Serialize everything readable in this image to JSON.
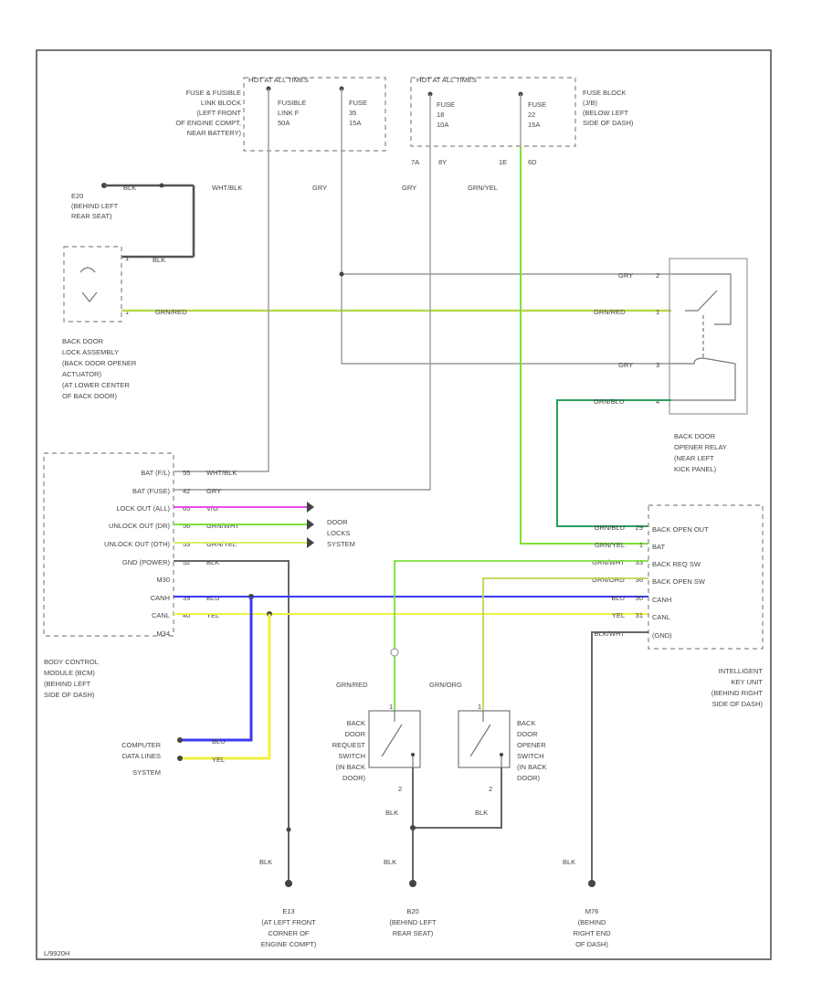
{
  "diagram_id": "L/9920H",
  "top_labels": {
    "hot_left": "HOT AT ALL TIMES",
    "hot_right": "HOT AT ALL TIMES"
  },
  "components": {
    "fuse_link_block": [
      "FUSE & FUSIBLE",
      "LINK BLOCK",
      "(LEFT FRONT",
      "OF ENGINE COMPT,",
      "NEAR BATTERY)"
    ],
    "fusible_link_f": [
      "FUSIBLE",
      "LINK F",
      "50A"
    ],
    "fuse_35": [
      "FUSE",
      "35",
      "15A"
    ],
    "fuse_18": [
      "FUSE",
      "18",
      "10A"
    ],
    "fuse_22": [
      "FUSE",
      "22",
      "15A"
    ],
    "fuse_block": [
      "FUSE BLOCK",
      "(J/B)",
      "(BELOW LEFT",
      "SIDE OF DASH)"
    ],
    "ground_e_left": [
      "E20",
      "(BEHIND LEFT",
      "REAR SEAT)"
    ],
    "back_door_lock": [
      "BACK DOOR",
      "LOCK ASSEMBLY",
      "(BACK DOOR OPENER",
      "ACTUATOR)",
      "(AT LOWER CENTER",
      "OF BACK DOOR)"
    ],
    "opener_relay": [
      "BACK DOOR",
      "OPENER RELAY",
      "(NEAR LEFT",
      "KICK PANEL)"
    ],
    "bcm": [
      "BODY CONTROL",
      "MODULE (BCM)",
      "(BEHIND LEFT",
      "SIDE OF DASH)"
    ],
    "intelligent_key": [
      "INTELLIGENT",
      "KEY UNIT",
      "(BEHIND RIGHT",
      "SIDE OF DASH)"
    ],
    "door_locks": [
      "DOOR",
      "LOCKS",
      "SYSTEM"
    ],
    "data_lines": [
      "COMPUTER",
      "DATA LINES",
      "SYSTEM"
    ],
    "request_switch": [
      "BACK",
      "DOOR",
      "REQUEST",
      "SWITCH",
      "(IN BACK",
      "DOOR)"
    ],
    "opener_switch": [
      "BACK",
      "DOOR",
      "OPENER",
      "SWITCH",
      "(IN BACK",
      "DOOR)"
    ],
    "ground_e13": [
      "E13",
      "(AT LEFT FRONT",
      "CORNER OF",
      "ENGINE COMPT)"
    ],
    "ground_b20": [
      "B20",
      "(BEHIND LEFT",
      "REAR SEAT)"
    ],
    "ground_m76": [
      "M76",
      "(BEHIND",
      "RIGHT END",
      "OF DASH)"
    ]
  },
  "bcm_pins": [
    {
      "label": "BAT (F/L)",
      "pin": "55",
      "wire": "WHT/BLK"
    },
    {
      "label": "BAT (FUSE)",
      "pin": "42",
      "wire": "GRY"
    },
    {
      "label": "LOCK OUT (ALL)",
      "pin": "65",
      "wire": "V/G"
    },
    {
      "label": "UNLOCK OUT (DR)",
      "pin": "56",
      "wire": "GRN/WHT"
    },
    {
      "label": "UNLOCK OUT (OTH)",
      "pin": "53",
      "wire": "GRN/YEL"
    },
    {
      "label": "GND (POWER)",
      "pin": "52",
      "wire": "BLK"
    },
    {
      "label": "M30",
      "pin": "",
      "wire": ""
    },
    {
      "label": "CANH",
      "pin": "39",
      "wire": "BLU"
    },
    {
      "label": "CANL",
      "pin": "40",
      "wire": "YEL"
    },
    {
      "label": "M34",
      "pin": "",
      "wire": ""
    }
  ],
  "ikey_pins": [
    {
      "label": "BACK OPEN OUT",
      "pin": "29",
      "wire": "GRN/BLU"
    },
    {
      "label": "BAT",
      "pin": "1",
      "wire": "GRN/YEL"
    },
    {
      "label": "BACK REQ SW",
      "pin": "33",
      "wire": "GRN/WHT"
    },
    {
      "label": "BACK OPEN SW",
      "pin": "36",
      "wire": "GRN/ORG"
    },
    {
      "label": "CANH",
      "pin": "30",
      "wire": "BLU"
    },
    {
      "label": "CANL",
      "pin": "31",
      "wire": "YEL"
    },
    {
      "label": "(GND)",
      "pin": "",
      "wire": "BLK/WHT"
    }
  ],
  "wire_labels": {
    "top_wht_blk": "WHT/BLK",
    "top_gry1": "GRY",
    "top_gry2": "GRY",
    "top_grn_yel": "GRN/YEL",
    "blk_top": "BLK",
    "blk_mid": "BLK",
    "grn_red_lock": "GRN/RED",
    "grn_red_relay": "GRN/RED",
    "gry_relay1": "GRY",
    "gry_relay2": "GRY",
    "grn_blu_relay": "GRN/BLU",
    "sw1_wire": "GRN/RED",
    "sw2_wire": "GRN/ORG",
    "sw1_blk": "BLK",
    "sw2_blk": "BLK",
    "data_blu": "BLU",
    "data_yel": "YEL",
    "gnd1_blk": "BLK",
    "gnd2_blk": "BLK",
    "gnd3_blk": "BLK"
  },
  "pin_numbers": {
    "fuse_top_a": "7A",
    "fuse_top_b": "8Y",
    "fuse_top_c": "1E",
    "fuse_top_d": "6D",
    "lock_pin1": "1",
    "lock_pin2": "1",
    "relay_p1": "2",
    "relay_p2": "1",
    "relay_p3": "3",
    "relay_p4": "4",
    "sw1_top": "1",
    "sw1_bot": "2",
    "sw2_top": "1",
    "sw2_bot": "2"
  },
  "colors": {
    "green": "#7ee03a",
    "dark_green": "#2aa060",
    "olive_green": "#b9d850",
    "magenta": "#e64ee6",
    "blue": "#3a3af0",
    "yellow": "#f0f040",
    "light_yellow_green": "#d6f06a"
  }
}
